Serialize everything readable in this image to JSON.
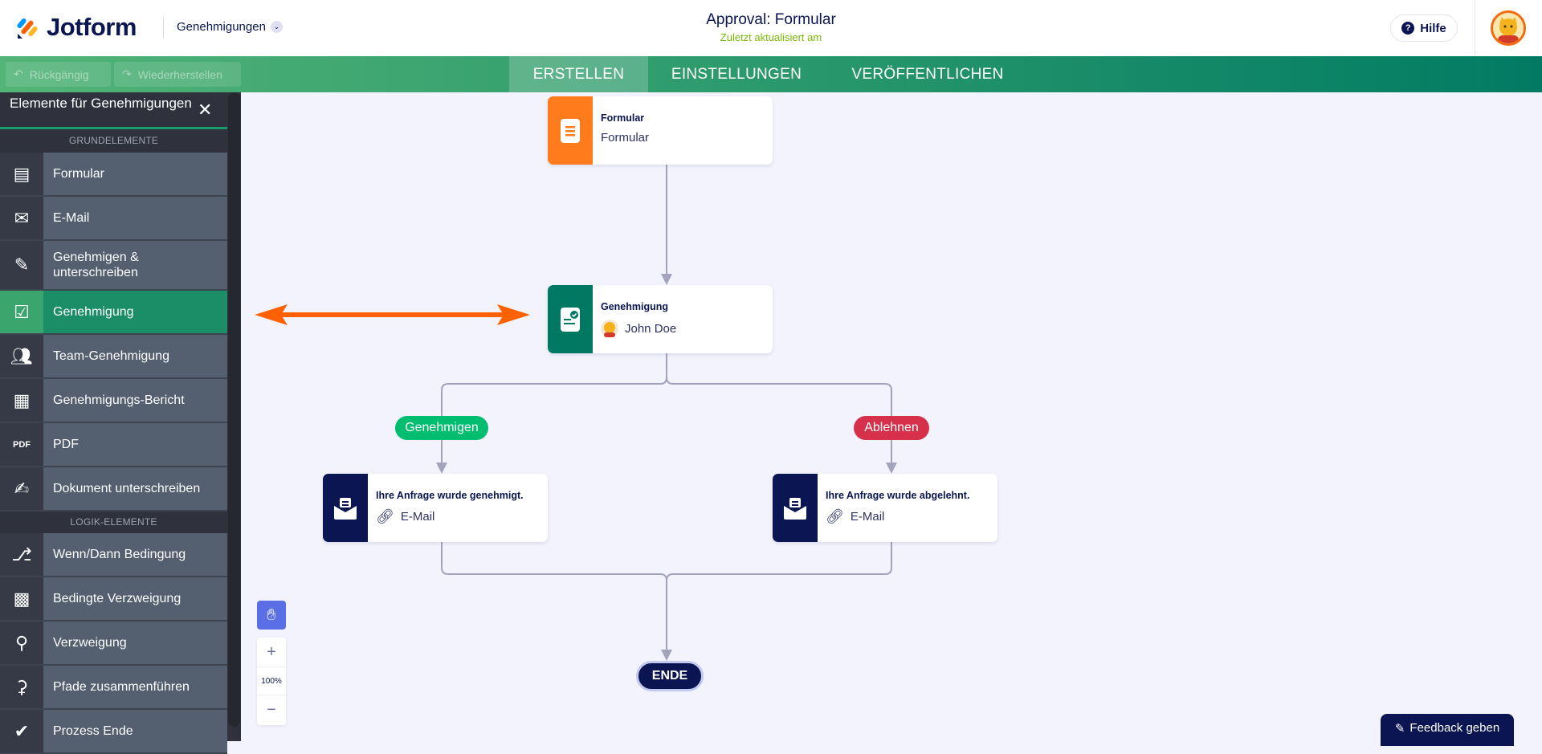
{
  "header": {
    "logo_text": "Jotform",
    "app_switcher": "Genehmigungen",
    "title": "Approval: Formular",
    "subtitle": "Zuletzt aktualisiert am",
    "help_label": "Hilfe"
  },
  "toolbar": {
    "undo_label": "Rückgängig",
    "redo_label": "Wiederherstellen",
    "tabs": [
      {
        "label": "ERSTELLEN",
        "active": true
      },
      {
        "label": "EINSTELLUNGEN"
      },
      {
        "label": "VERÖFFENTLICHEN"
      }
    ]
  },
  "sidebar": {
    "title": "Elemente für Genehmigungen",
    "sections": [
      {
        "label": "GRUNDELEMENTE",
        "items": [
          {
            "label": "Formular",
            "icon": "form-icon"
          },
          {
            "label": "E-Mail",
            "icon": "envelope-icon"
          },
          {
            "label": "Genehmigen & unterschreiben",
            "icon": "approve-sign-icon"
          },
          {
            "label": "Genehmigung",
            "icon": "approval-icon",
            "active": true
          },
          {
            "label": "Team-Genehmigung",
            "icon": "team-approval-icon"
          },
          {
            "label": "Genehmigungs-Bericht",
            "icon": "report-icon"
          },
          {
            "label": "PDF",
            "icon": "pdf-icon"
          },
          {
            "label": "Dokument unterschreiben",
            "icon": "sign-document-icon"
          }
        ]
      },
      {
        "label": "LOGIK-ELEMENTE",
        "items": [
          {
            "label": "Wenn/Dann Bedingung",
            "icon": "if-then-icon"
          },
          {
            "label": "Bedingte Verzweigung",
            "icon": "conditional-branch-icon"
          },
          {
            "label": "Verzweigung",
            "icon": "branch-icon"
          },
          {
            "label": "Pfade zusammenführen",
            "icon": "merge-paths-icon"
          },
          {
            "label": "Prozess Ende",
            "icon": "check-circle-icon"
          }
        ]
      }
    ]
  },
  "canvas": {
    "form_node": {
      "title": "Formular",
      "subtitle": "Formular",
      "color": "#ff7b1c"
    },
    "approval_node": {
      "title": "Genehmigung",
      "assignee": "John Doe",
      "color": "#007862"
    },
    "approve_label": "Genehmigen",
    "approve_color": "#01bd6f",
    "reject_label": "Ablehnen",
    "reject_color": "#d6304b",
    "email_approved": {
      "title": "Ihre Anfrage wurde genehmigt.",
      "subtitle": "E-Mail"
    },
    "email_rejected": {
      "title": "Ihre Anfrage wurde abgelehnt.",
      "subtitle": "E-Mail"
    },
    "end_label": "ENDE",
    "annotation_color": "#ff6100"
  },
  "zoom": {
    "level": "100%"
  },
  "feedback_label": "Feedback geben"
}
